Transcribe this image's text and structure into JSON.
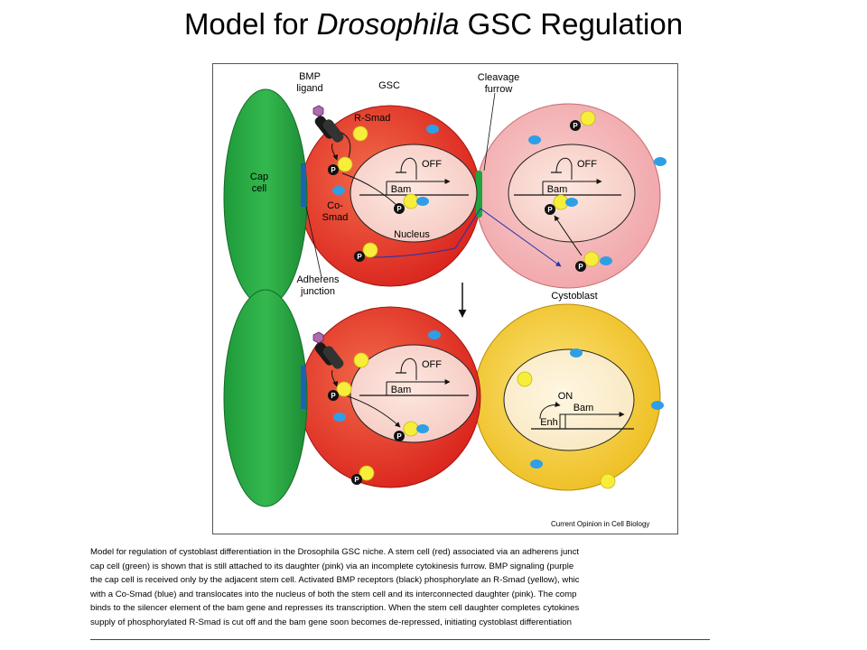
{
  "title": {
    "prefix": "Model for ",
    "italic": "Drosophila",
    "suffix": " GSC Regulation"
  },
  "labels": {
    "bmp_ligand_1": "BMP",
    "bmp_ligand_2": "ligand",
    "gsc": "GSC",
    "cleavage_1": "Cleavage",
    "cleavage_2": "furrow",
    "r_smad": "R-Smad",
    "cap_cell_1": "Cap",
    "cap_cell_2": "cell",
    "co_smad_1": "Co-",
    "co_smad_2": "Smad",
    "nucleus": "Nucleus",
    "adherens_1": "Adherens",
    "adherens_2": "junction",
    "cystoblast": "Cystoblast",
    "bam": "Bam",
    "off": "OFF",
    "on": "ON",
    "enh": "Enh",
    "phospho": "P",
    "source": "Current Opinion in Cell Biology"
  },
  "caption": [
    "Model for regulation of cystoblast differentiation in the Drosophila GSC niche. A stem cell (red) associated via an adherens junct",
    "cap cell (green) is shown that is still attached to its daughter (pink) via an incomplete cytokinesis furrow. BMP signaling (purple",
    "the cap cell is received only by the adjacent stem cell. Activated BMP receptors (black) phosphorylate an R-Smad (yellow), whic",
    "with a Co-Smad (blue) and translocates into the nucleus of both the stem cell and its interconnected daughter (pink). The comp",
    "binds to the silencer element of the bam gene and represses its transcription. When the stem cell daughter completes cytokines",
    "supply of phosphorylated R-Smad is cut off and the bam gene soon becomes de-repressed, initiating cystoblast differentiation"
  ],
  "colors": {
    "cap_cell": "#1fa53c",
    "stem_cell": "#e0261e",
    "daughter": "#f2a5a8",
    "cystoblast": "#f2c21a",
    "r_smad": "#f6ee3a",
    "co_smad": "#2e9fe6",
    "receptor": "#1a1a1a",
    "ligand": "#b06ab0"
  }
}
